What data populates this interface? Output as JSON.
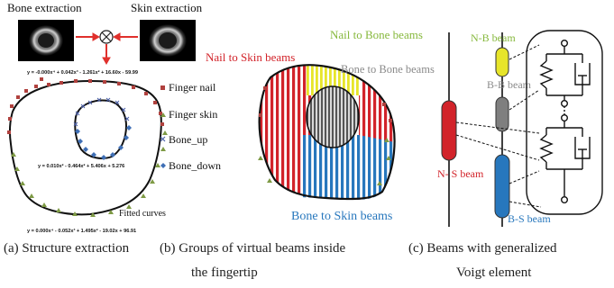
{
  "panel_a": {
    "bone_extraction_label": "Bone extraction",
    "skin_extraction_label": "Skin extraction",
    "eq_top": "y = -0.000x⁴ + 0.042x³ - 1.261x² + 16.60x - 59.99",
    "eq_middle": "y = 0.010x² - 0.464x² + 5.406x + 5.276",
    "eq_bottom": "y = 0.000x⁴ - 0.052x³ + 1.495x² - 19.02x + 96.91",
    "fitted_curves_label": "Fitted curves",
    "legend": [
      {
        "label": "Finger nail",
        "color": "#b0413e",
        "marker": "square"
      },
      {
        "label": "Finger skin",
        "color": "#7e9a45",
        "marker": "triangle"
      },
      {
        "label": "Bone_up",
        "color": "#4a5fa8",
        "marker": "cross"
      },
      {
        "label": "Bone_down",
        "color": "#3f6fb5",
        "marker": "diamond"
      }
    ]
  },
  "panel_b": {
    "nail_to_skin_label": "Nail to Skin beams",
    "nail_to_bone_label": "Nail to Bone beams",
    "bone_to_bone_label": "Bone to Bone beams",
    "bone_to_skin_label": "Bone to Skin beams"
  },
  "panel_c": {
    "nb_label": "N-B beam",
    "bb_label": "B-B beam",
    "ns_label": "N- S beam",
    "bs_label": "B-S beam"
  },
  "captions": {
    "a": "(a) Structure extraction",
    "b_line1": "(b) Groups of virtual beams inside",
    "b_line2": "the fingertip",
    "c_line1": "(c) Beams with generalized",
    "c_line2": "Voigt element"
  },
  "colors": {
    "red": "#d2232a",
    "blue": "#2777bd",
    "yellow": "#e7e52a",
    "gray": "#7f7f7f",
    "green_text": "#86b83c",
    "gray_text": "#8a8a8a"
  }
}
